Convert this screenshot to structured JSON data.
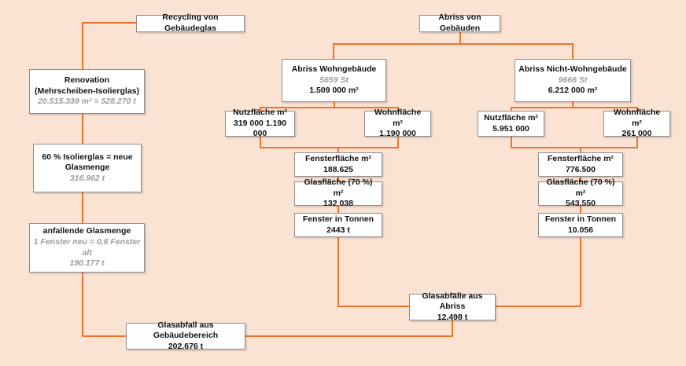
{
  "colors": {
    "background": "#fbe3d4",
    "connector": "#f0732d",
    "box_border": "#8f8f8f",
    "muted_text": "#9c9c9c"
  },
  "nodes": {
    "recycling": {
      "label": "Recycling von Gebäudeglas"
    },
    "abriss": {
      "label": "Abriss von Gebäuden"
    },
    "renovation": {
      "label": "Renovation (Mehrscheiben-Isolierglas)",
      "value": "20.515.339 m² = 528.270 t"
    },
    "isolierglas": {
      "label": "60 % Isolierglas = neue Glasmenge",
      "value": "316.962 t"
    },
    "anfallende": {
      "label": "anfallende Glasmenge",
      "note": "1 Fenster neu = 0,6 Fenster alt",
      "value": "190.177 t"
    },
    "abriss_wohn": {
      "label": "Abriss Wohngebäude",
      "count": "5659 St",
      "area": "1.509 000 m²"
    },
    "abriss_nichtwohn": {
      "label": "Abriss Nicht-Wohngebäude",
      "count": "9666 St",
      "area": "6.212 000 m²"
    },
    "nutz_wohn": {
      "label": "Nutzfläche m²",
      "value": "319 000 1.190 000"
    },
    "wohn_wohn": {
      "label": "Wohnfläche m²",
      "value": "1.190 000"
    },
    "nutz_nichtwohn": {
      "label": "Nutzfläche m²",
      "value": "5.951 000"
    },
    "wohn_nichtwohn": {
      "label": "Wohnfläche m²",
      "value": "261 000"
    },
    "fenster_wohn": {
      "label": "Fensterfläche m²",
      "value": "188.625"
    },
    "glas_wohn": {
      "label": "Glasfläche (70 %) m²",
      "value": "132 038"
    },
    "tonnen_wohn": {
      "label": "Fenster in Tonnen",
      "value": "2443 t"
    },
    "fenster_nichtwohn": {
      "label": "Fensterfläche m²",
      "value": "776.500"
    },
    "glas_nichtwohn": {
      "label": "Glasfläche (70 %) m²",
      "value": "543.550"
    },
    "tonnen_nichtwohn": {
      "label": "Fenster in Tonnen",
      "value": "10.056"
    },
    "glasabfaelle_abriss": {
      "label": "Glasabfälle aus Abriss",
      "value": "12.498 t"
    },
    "glasabfall_gebaeude": {
      "label": "Glasabfall aus Gebäudebereich",
      "value": "202.676 t"
    }
  }
}
